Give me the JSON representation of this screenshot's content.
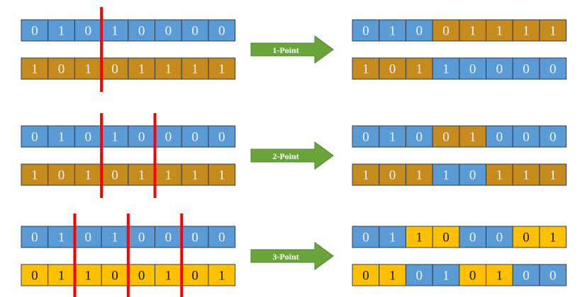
{
  "colors": {
    "blue": "#5b9bd5",
    "brown": "#c58b1d",
    "yellow": "#ffc000",
    "light_text": "#eef4fb",
    "dark_text": "#111111",
    "cut_line": "#ff0000",
    "arrow": "#6aa53a"
  },
  "panels": [
    {
      "arrow_label": "1-Point",
      "parents": [
        {
          "bits": [
            "0",
            "1",
            "0",
            "1",
            "0",
            "0",
            "0",
            "0"
          ],
          "colors": [
            "blue",
            "blue",
            "blue",
            "blue",
            "blue",
            "blue",
            "blue",
            "blue"
          ]
        },
        {
          "bits": [
            "1",
            "0",
            "1",
            "0",
            "1",
            "1",
            "1",
            "1"
          ],
          "colors": [
            "brown",
            "brown",
            "brown",
            "brown",
            "brown",
            "brown",
            "brown",
            "brown"
          ]
        }
      ],
      "offspring": [
        {
          "bits": [
            "0",
            "1",
            "0",
            "0",
            "1",
            "1",
            "1",
            "1"
          ],
          "colors": [
            "blue",
            "blue",
            "blue",
            "brown",
            "brown",
            "brown",
            "brown",
            "brown"
          ]
        },
        {
          "bits": [
            "1",
            "0",
            "1",
            "1",
            "0",
            "0",
            "0",
            "0"
          ],
          "colors": [
            "brown",
            "brown",
            "brown",
            "blue",
            "blue",
            "blue",
            "blue",
            "blue"
          ]
        }
      ],
      "cut_points": [
        3
      ]
    },
    {
      "arrow_label": "2-Point",
      "parents": [
        {
          "bits": [
            "0",
            "1",
            "0",
            "1",
            "0",
            "0",
            "0",
            "0"
          ],
          "colors": [
            "blue",
            "blue",
            "blue",
            "blue",
            "blue",
            "blue",
            "blue",
            "blue"
          ]
        },
        {
          "bits": [
            "1",
            "0",
            "1",
            "0",
            "1",
            "1",
            "1",
            "1"
          ],
          "colors": [
            "brown",
            "brown",
            "brown",
            "brown",
            "brown",
            "brown",
            "brown",
            "brown"
          ]
        }
      ],
      "offspring": [
        {
          "bits": [
            "0",
            "1",
            "0",
            "0",
            "1",
            "0",
            "0",
            "0"
          ],
          "colors": [
            "blue",
            "blue",
            "blue",
            "brown",
            "brown",
            "blue",
            "blue",
            "blue"
          ]
        },
        {
          "bits": [
            "1",
            "0",
            "1",
            "1",
            "0",
            "1",
            "1",
            "1"
          ],
          "colors": [
            "brown",
            "brown",
            "brown",
            "blue",
            "blue",
            "brown",
            "brown",
            "brown"
          ]
        }
      ],
      "cut_points": [
        3,
        5
      ]
    },
    {
      "arrow_label": "3-Point",
      "parents": [
        {
          "bits": [
            "0",
            "1",
            "0",
            "1",
            "0",
            "0",
            "0",
            "0"
          ],
          "colors": [
            "blue",
            "blue",
            "blue",
            "blue",
            "blue",
            "blue",
            "blue",
            "blue"
          ]
        },
        {
          "bits": [
            "0",
            "1",
            "1",
            "0",
            "0",
            "1",
            "0",
            "1"
          ],
          "colors": [
            "yellow",
            "yellow",
            "yellow",
            "yellow",
            "yellow",
            "yellow",
            "yellow",
            "yellow"
          ]
        }
      ],
      "offspring": [
        {
          "bits": [
            "0",
            "1",
            "1",
            "0",
            "0",
            "0",
            "0",
            "1"
          ],
          "colors": [
            "blue",
            "blue",
            "yellow",
            "yellow",
            "blue",
            "blue",
            "yellow",
            "yellow"
          ]
        },
        {
          "bits": [
            "0",
            "1",
            "0",
            "1",
            "0",
            "1",
            "0",
            "0"
          ],
          "colors": [
            "yellow",
            "yellow",
            "blue",
            "blue",
            "yellow",
            "yellow",
            "blue",
            "blue"
          ]
        }
      ],
      "cut_points": [
        2,
        4,
        6
      ]
    }
  ]
}
